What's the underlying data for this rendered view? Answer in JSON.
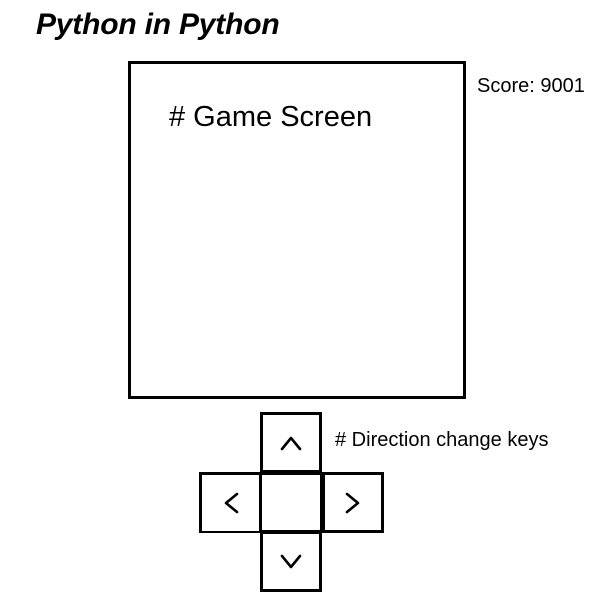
{
  "header": {
    "title": "Python in Python"
  },
  "game": {
    "screen_label": "# Game Screen",
    "score_text": "Score: 9001"
  },
  "controls": {
    "label": "# Direction change keys",
    "keys": [
      {
        "name": "up",
        "glyph": "^",
        "icon": "chevron-up-icon"
      },
      {
        "name": "left",
        "glyph": "<",
        "icon": "chevron-left-icon"
      },
      {
        "name": "center",
        "glyph": "",
        "icon": ""
      },
      {
        "name": "right",
        "glyph": ">",
        "icon": "chevron-right-icon"
      },
      {
        "name": "down",
        "glyph": "v",
        "icon": "chevron-down-icon"
      }
    ]
  },
  "colors": {
    "background": "#ffffff",
    "ink": "#000000"
  }
}
